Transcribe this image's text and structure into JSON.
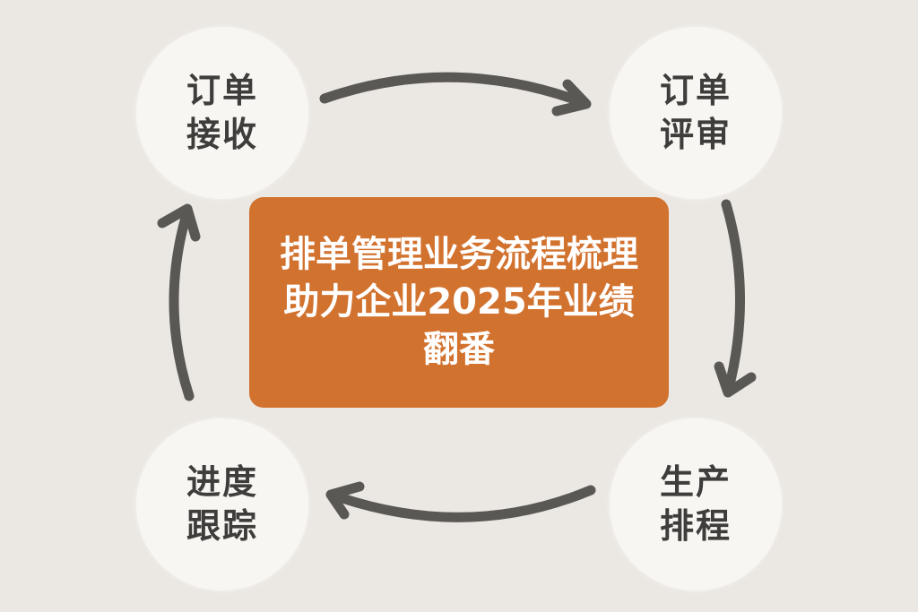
{
  "diagram": {
    "type": "cycle",
    "center": {
      "lines": [
        "排单管理业务流程梳理",
        "助力企业2025年业绩",
        "翻番"
      ],
      "color": "#d2722f"
    },
    "nodes": [
      {
        "id": "order-receive",
        "lines": [
          "订单",
          "接收"
        ]
      },
      {
        "id": "order-review",
        "lines": [
          "订单",
          "评审"
        ]
      },
      {
        "id": "production-schedule",
        "lines": [
          "生产",
          "排程"
        ]
      },
      {
        "id": "progress-tracking",
        "lines": [
          "进度",
          "跟踪"
        ]
      }
    ],
    "edges": [
      {
        "from": "订单接收",
        "to": "订单评审",
        "direction": "clockwise"
      },
      {
        "from": "订单评审",
        "to": "生产排程",
        "direction": "clockwise"
      },
      {
        "from": "生产排程",
        "to": "进度跟踪",
        "direction": "clockwise"
      },
      {
        "from": "进度跟踪",
        "to": "订单接收",
        "direction": "clockwise"
      }
    ],
    "colors": {
      "background": "#ebe7e2",
      "node_fill": "#f8f6f2",
      "node_text": "#3f3d3b",
      "arrow": "#5a5855",
      "center_text": "#ffffff"
    }
  }
}
